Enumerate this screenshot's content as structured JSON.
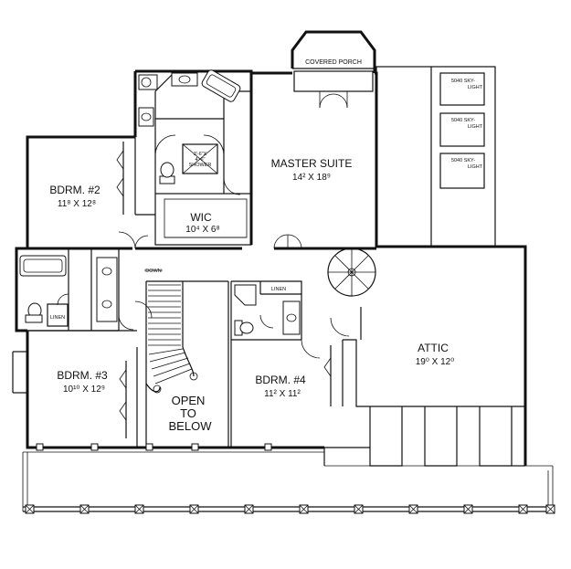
{
  "plan": {
    "covered_porch": "COVERED PORCH",
    "master_suite": {
      "name": "MASTER SUITE",
      "dims": "14² X 18⁹"
    },
    "bdrm2": {
      "name": "BDRM. #2",
      "dims": "11⁸ X 12⁸"
    },
    "bdrm3": {
      "name": "BDRM. #3",
      "dims": "10¹⁰ X 12⁹"
    },
    "bdrm4": {
      "name": "BDRM. #4",
      "dims": "11² X 11²"
    },
    "wic": {
      "name": "WIC",
      "dims": "10⁴ X 6⁸"
    },
    "attic": {
      "name": "ATTIC",
      "dims": "19⁰ X 12⁰"
    },
    "shower": [
      "3'-6\"X",
      "4'-6\"",
      "SHOWER"
    ],
    "linen_upper": "LINEN",
    "linen_lower": "LINEN",
    "stair_down": "DOWN",
    "open_to_below": [
      "OPEN",
      "TO",
      "BELOW"
    ],
    "skylights": [
      [
        "5040 SKY-",
        "LIGHT"
      ],
      [
        "5040 SKY-",
        "LIGHT"
      ],
      [
        "5040 SKY-",
        "LIGHT"
      ]
    ]
  }
}
